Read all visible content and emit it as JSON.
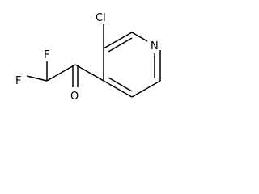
{
  "structure": {
    "atoms": [
      {
        "id": "cl",
        "element": "Cl",
        "label": "Cl"
      },
      {
        "id": "n",
        "element": "N",
        "label": "N"
      },
      {
        "id": "f1",
        "element": "F",
        "label": "F"
      },
      {
        "id": "f2",
        "element": "F",
        "label": "F"
      },
      {
        "id": "o",
        "element": "O",
        "label": "O"
      }
    ],
    "colors": {
      "ink": "#000000",
      "background": "#ffffff"
    }
  }
}
